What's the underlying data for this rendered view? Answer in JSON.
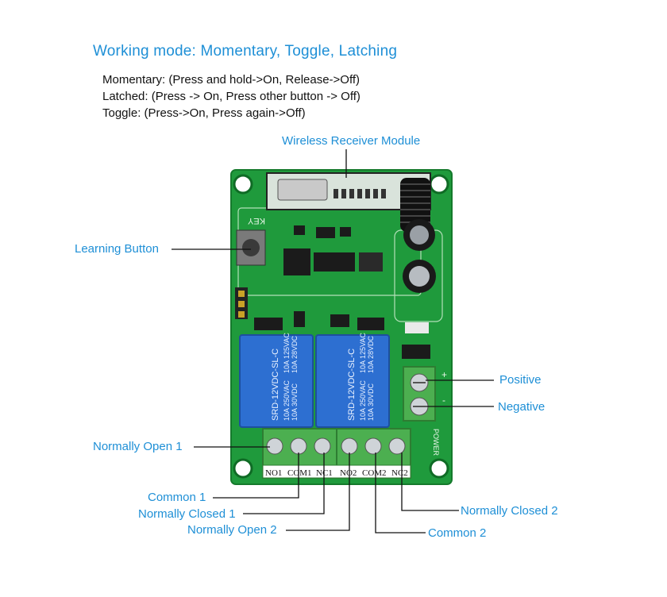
{
  "title": "Working mode: Momentary, Toggle, Latching",
  "modes": [
    "Momentary: (Press and hold->On, Release->Off)",
    "Latched: (Press -> On, Press other button -> Off)",
    "Toggle: (Press->On, Press again->Off)"
  ],
  "labels": {
    "wireless_receiver": "Wireless Receiver Module",
    "learning_button": "Learning Button",
    "positive": "Positive",
    "negative": "Negative",
    "normally_open_1": "Normally Open 1",
    "common_1": "Common 1",
    "normally_closed_1": "Normally Closed 1",
    "normally_open_2": "Normally Open 2",
    "common_2": "Common 2",
    "normally_closed_2": "Normally Closed 2"
  },
  "board": {
    "key_label": "KEY",
    "power_label": "POWER",
    "relay_model": "SRD-12VDC-SL-C",
    "relay_ratings": [
      "10A 250VAC",
      "10A 30VDC",
      "10A 125VAC",
      "10A 28VDC"
    ],
    "terminals": [
      "NO1",
      "COM1",
      "NC1",
      "NO2",
      "COM2",
      "NC2"
    ],
    "plus_sign": "+",
    "minus_sign": "-",
    "colors": {
      "pcb": "#1f9a3c",
      "relay": "#2d6fd1",
      "terminal": "#4caf50",
      "label_blue": "#1e8fd6"
    }
  }
}
